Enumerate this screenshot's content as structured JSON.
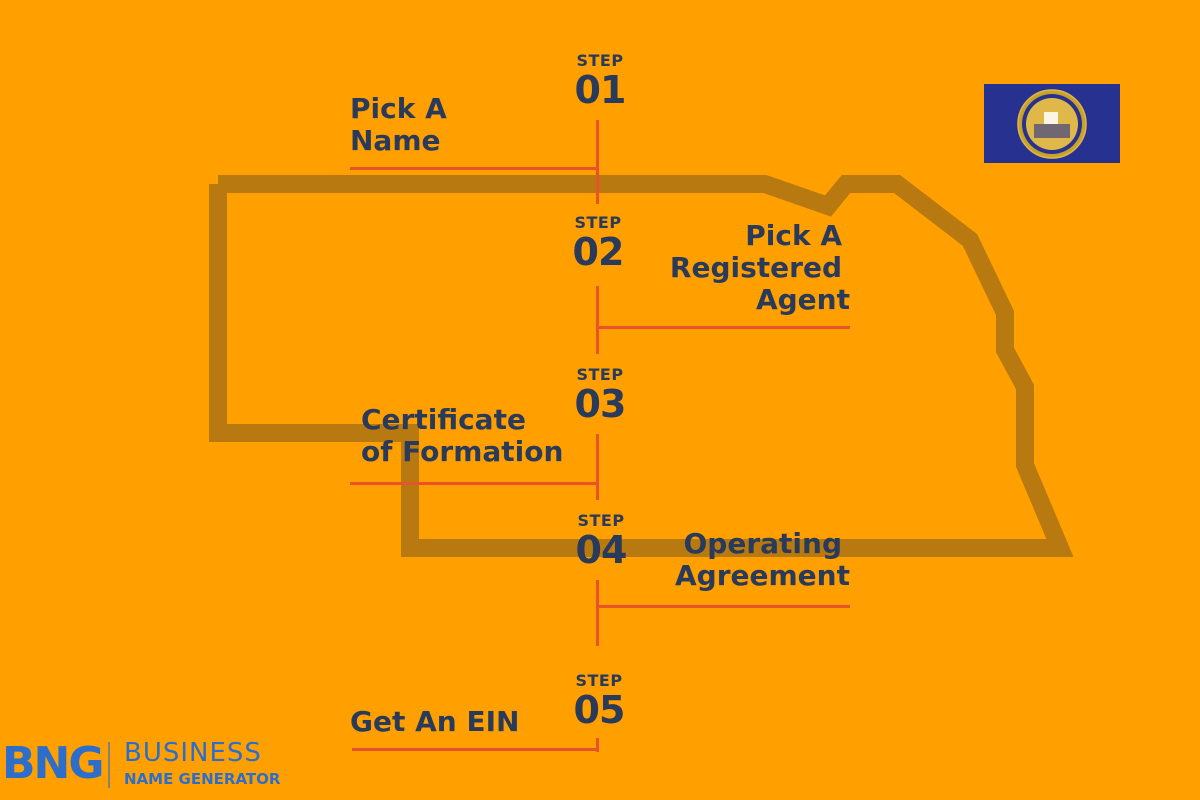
{
  "steps": [
    {
      "word": "STEP",
      "number": "01",
      "label_lines": [
        "Pick A",
        "Name"
      ]
    },
    {
      "word": "STEP",
      "number": "02",
      "label_lines": [
        "Pick A",
        "Registered",
        "Agent"
      ]
    },
    {
      "word": "STEP",
      "number": "03",
      "label_lines": [
        "Certificate",
        "of Formation"
      ]
    },
    {
      "word": "STEP",
      "number": "04",
      "label_lines": [
        "Operating",
        "Agreement"
      ]
    },
    {
      "word": "STEP",
      "number": "05",
      "label_lines": [
        "Get An EIN"
      ]
    }
  ],
  "colors": {
    "background": "#FFA000",
    "text": "#2A3A5A",
    "connector": "#E8532A",
    "state_outline": "#B87A10",
    "flag": "#27318F",
    "logo": "#2D6ECB"
  },
  "logo": {
    "mark": "BNG",
    "line1": "BUSINESS",
    "line2": "NAME GENERATOR"
  }
}
